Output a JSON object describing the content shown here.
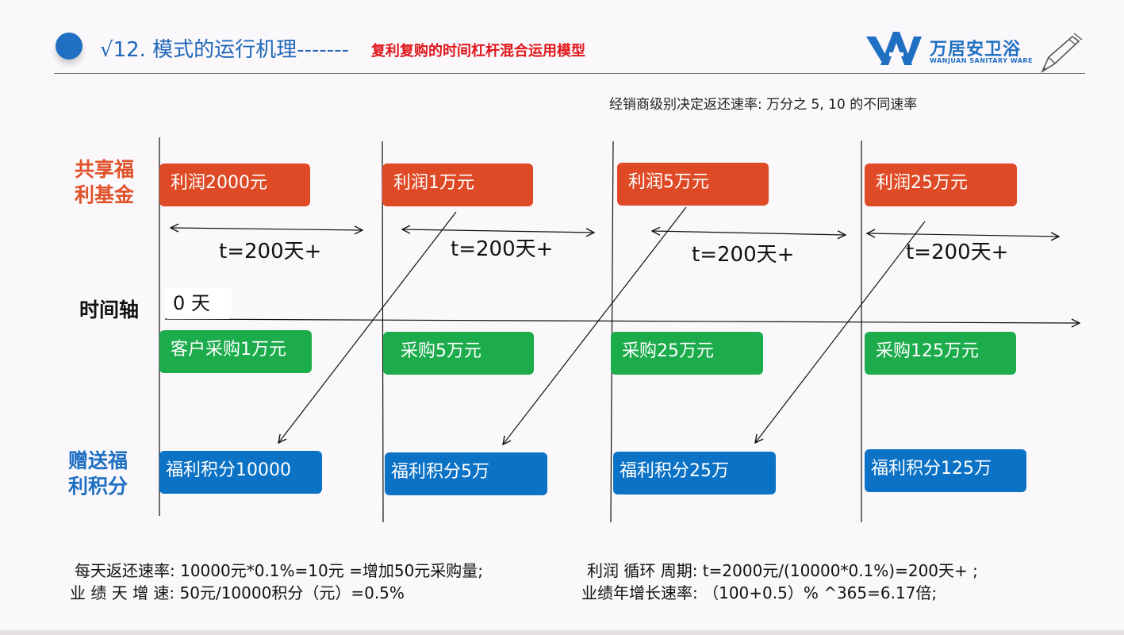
{
  "header": {
    "title": "√12. 模式的运行机理-------",
    "subtitle": "复利复购的时间杠杆混合运用模型",
    "logo_text": "万居安卫浴",
    "logo_subtext": "WANJUAN SANITARY WARE"
  },
  "note": "经销商级别决定返还速率:   万分之  5, 10 的不同速率",
  "row_labels": {
    "fund_line1": "共享福",
    "fund_line2": "利基金",
    "timeline": "时间轴",
    "points_line1": "赠送福",
    "points_line2": "利积分"
  },
  "timeline_start": "0 天",
  "profits": [
    "利润2000元",
    "利润1万元",
    "利润5万元",
    "利润25万元"
  ],
  "periods": [
    "t=200天+",
    "t=200天+",
    "t=200天+",
    "t=200天+"
  ],
  "purchases": [
    "客户采购1万元",
    "采购5万元",
    "采购25万元",
    "采购125万元"
  ],
  "points": [
    "福利积分10000",
    "福利积分5万",
    "福利积分25万",
    "福利积分125万"
  ],
  "footer": {
    "left1": "每天返还速率:   10000元*0.1%=10元 =增加50元采购量;",
    "left2": "业 绩  天 增 速:   50元/10000积分（元）=0.5%",
    "right1": "利润 循环 周期:   t=2000元/(10000*0.1%)=200天+ ;",
    "right2": "业绩年增长速率:   （100+0.5）% ^365=6.17倍;"
  },
  "colors": {
    "fund_box": "#df4a26",
    "purchase_box": "#1cac4c",
    "points_box": "#0b72c6",
    "title": "#1f67b8",
    "subtitle": "#e0161b"
  }
}
